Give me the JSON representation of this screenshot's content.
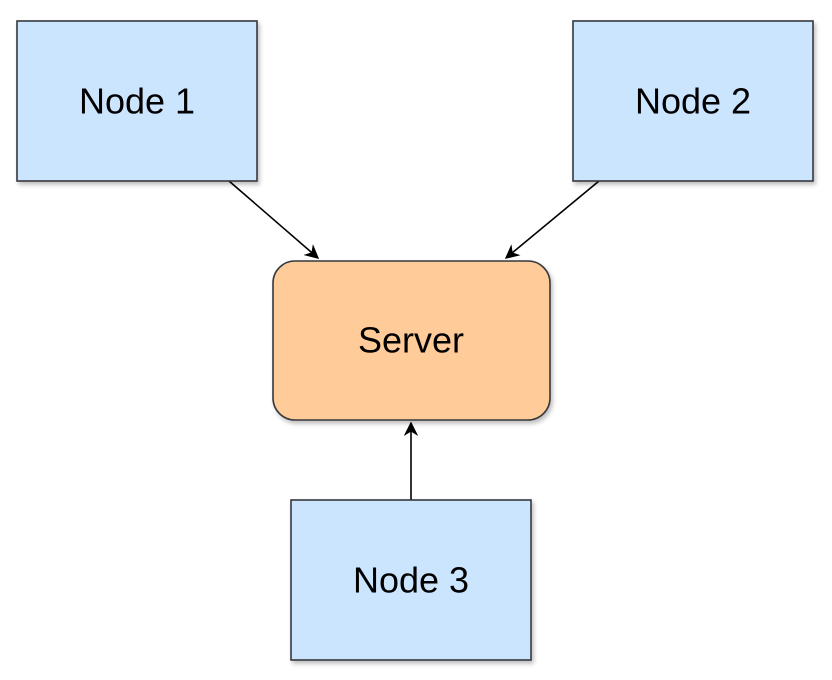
{
  "nodes": {
    "node1": {
      "label": "Node 1"
    },
    "node2": {
      "label": "Node 2"
    },
    "server": {
      "label": "Server"
    },
    "node3": {
      "label": "Node 3"
    }
  },
  "edges": [
    {
      "from": "node1",
      "to": "server"
    },
    {
      "from": "node2",
      "to": "server"
    },
    {
      "from": "node3",
      "to": "server"
    }
  ],
  "colors": {
    "node_fill": "#cce5ff",
    "node_stroke": "#36393d",
    "server_fill": "#ffcc99",
    "server_stroke": "#36393d",
    "edge": "#000000"
  }
}
